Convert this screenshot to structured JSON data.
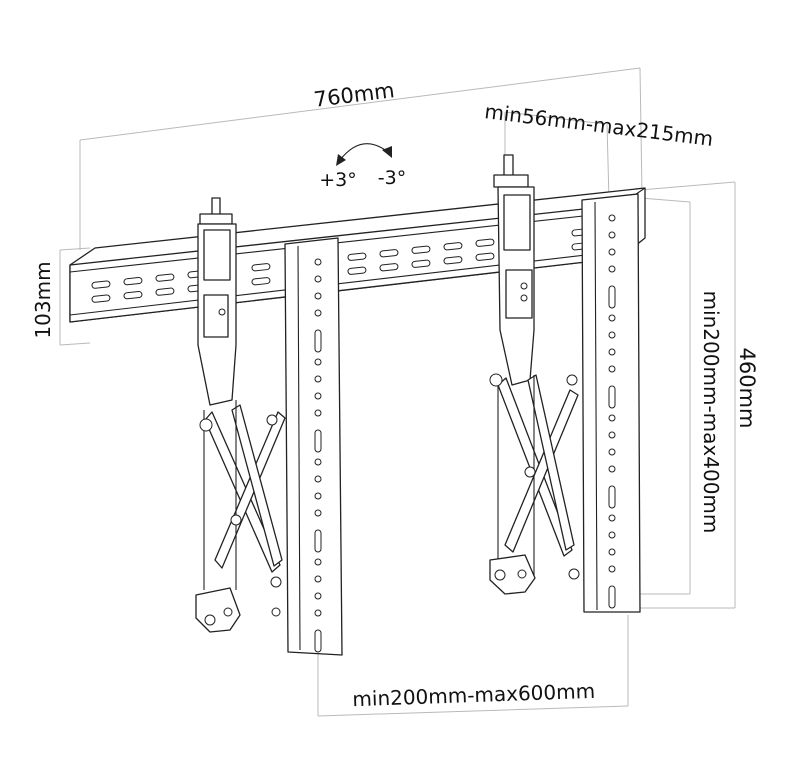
{
  "dimensions": {
    "width_label": "760mm",
    "vesa_horizontal_label": "min56mm-max215mm",
    "rail_height_label": "103mm",
    "total_height_label": "460mm",
    "vesa_vertical_label": "min200mm-max400mm",
    "arm_spacing_label": "min200mm-max600mm"
  },
  "tilt": {
    "positive_label": "+3°",
    "negative_label": "-3°"
  },
  "colors": {
    "line": "#222222",
    "dimension_line": "#b9b9b9",
    "background": "#ffffff"
  }
}
